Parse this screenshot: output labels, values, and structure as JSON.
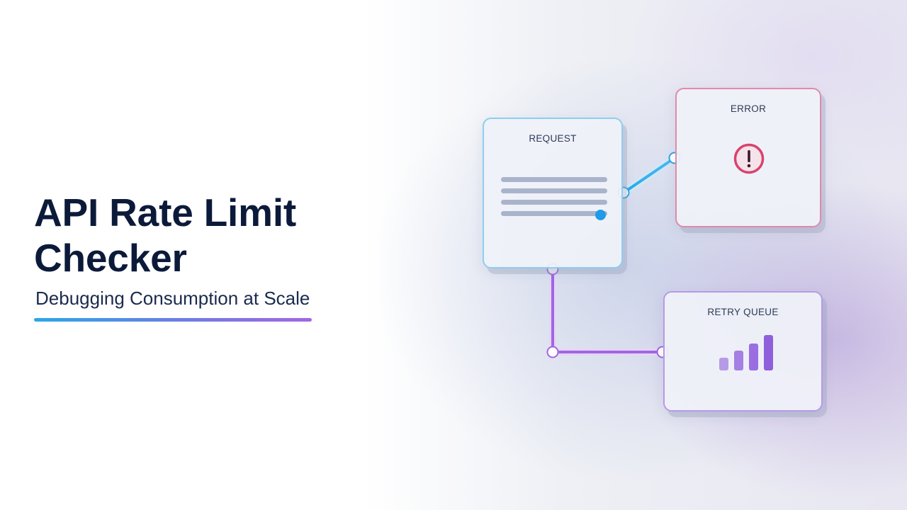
{
  "slide": {
    "title": "API Rate Limit Checker",
    "subtitle": "Debugging Consumption at Scale"
  },
  "diagram": {
    "nodes": [
      {
        "id": "request",
        "label": "REQUEST",
        "icon": "document-lines-icon",
        "border_color": "#8fcdf0"
      },
      {
        "id": "error",
        "label": "ERROR",
        "icon": "exclamation-circle-icon",
        "border_color": "#e08aa9"
      },
      {
        "id": "retry",
        "label": "RETRY QUEUE",
        "icon": "signal-bars-icon",
        "border_color": "#b79ae6"
      }
    ],
    "edges": [
      {
        "from": "request",
        "to": "error",
        "color": "#2aa7e6"
      },
      {
        "from": "request",
        "to": "retry",
        "color": "#a266e0"
      }
    ]
  },
  "colors": {
    "title": "#0c1a3a",
    "accent_blue": "#2aa7e6",
    "accent_pink": "#d8436e",
    "accent_purple": "#a266e0"
  }
}
